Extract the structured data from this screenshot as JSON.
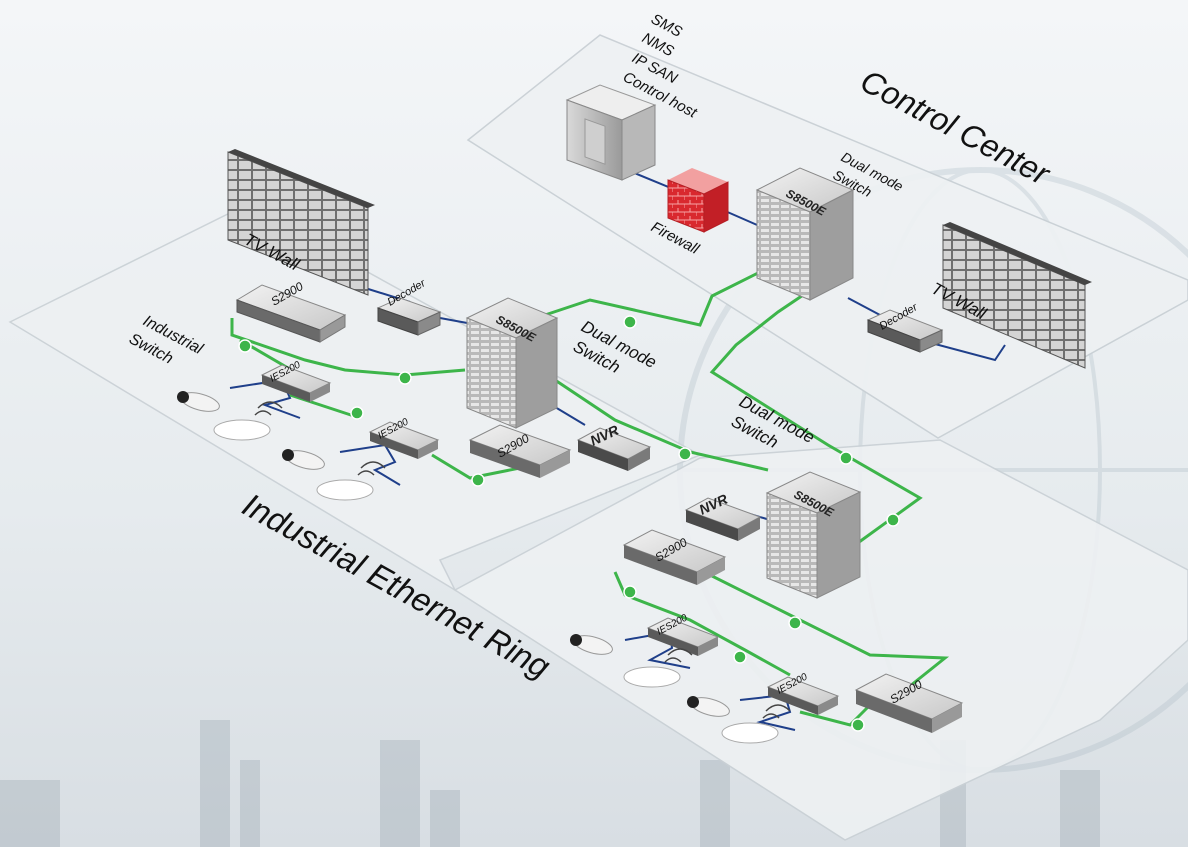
{
  "zones": {
    "control_center": "Control Center",
    "ring": "Industrial Ethernet Ring"
  },
  "servers": {
    "label_lines": [
      "SMS",
      "NMS",
      "IP SAN",
      "Control host"
    ]
  },
  "firewall": {
    "label": "Firewall"
  },
  "core_switches": [
    {
      "model": "S8500E",
      "caption_lines": [
        "Dual mode",
        "Switch"
      ]
    },
    {
      "model": "S8500E",
      "caption_lines": [
        "Dual mode",
        "Switch"
      ]
    },
    {
      "model": "S8500E",
      "caption_lines": [
        "Dual mode",
        "Switch"
      ]
    }
  ],
  "tv_walls": [
    {
      "label": "TV Wall",
      "decoder": "Decoder"
    },
    {
      "label": "TV Wall",
      "decoder": "Decoder"
    }
  ],
  "nvr": {
    "label": "NVR"
  },
  "access_switches": {
    "model": "S2900"
  },
  "industrial_switches": {
    "model": "IES200",
    "caption_lines": [
      "Industrial",
      "Switch"
    ]
  },
  "colors": {
    "ring_link": "#3db54a",
    "data_link": "#1f3f8a",
    "firewall": "#e8383d",
    "platform": "#eef1f3"
  }
}
